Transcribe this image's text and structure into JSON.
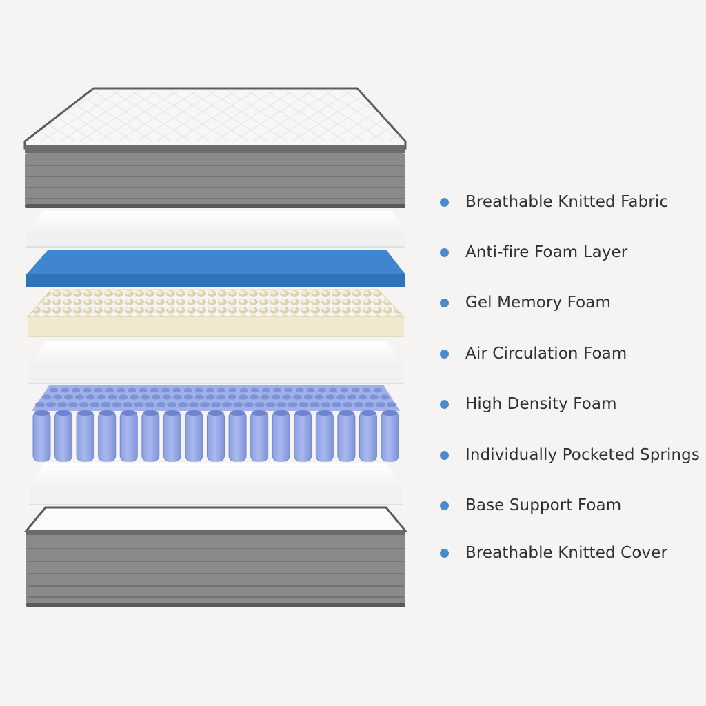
{
  "accent_color": "#4a8bd0",
  "labels": [
    "Breathable Knitted Fabric",
    "Anti-fire Foam Layer",
    "Gel Memory Foam",
    "Air Circulation Foam",
    "High Density Foam",
    "Individually Pocketed Springs",
    "Base Support Foam",
    "Breathable Knitted Cover"
  ],
  "layer_icons": [
    "quilted-top-cover-icon",
    "white-foam-layer-icon",
    "blue-gel-foam-layer-icon",
    "egg-crate-foam-layer-icon",
    "white-foam-layer-icon",
    "pocketed-springs-layer-icon",
    "white-foam-layer-icon",
    "base-cover-icon"
  ]
}
